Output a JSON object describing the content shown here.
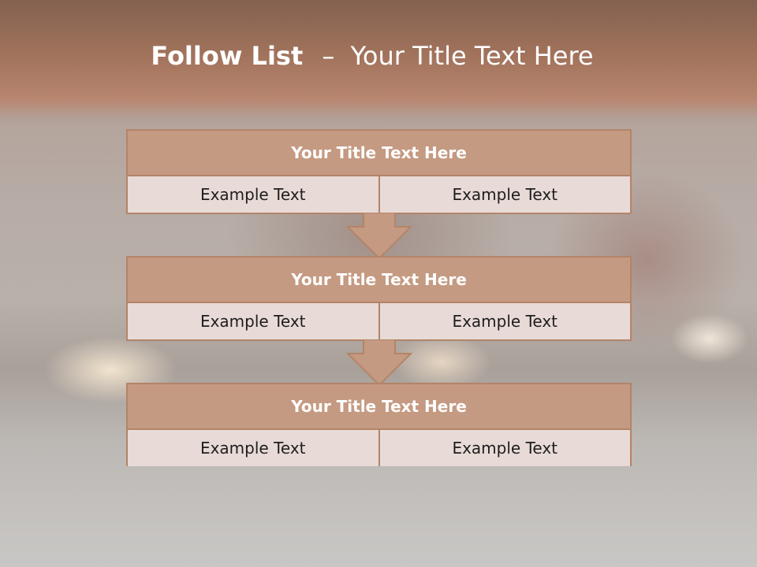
{
  "slide": {
    "title_bold": "Follow List",
    "title_separator": "–",
    "title_rest": "Your Title Text Here"
  },
  "blocks": [
    {
      "heading": "Your Title Text Here",
      "left_text": "Example Text",
      "right_text": "Example Text"
    },
    {
      "heading": "Your Title Text Here",
      "left_text": "Example Text",
      "right_text": "Example Text"
    },
    {
      "heading": "Your Title Text Here",
      "left_text": "Example Text",
      "right_text": "Example Text"
    }
  ],
  "colors": {
    "header_fill": "#c59a82",
    "border": "#b38468",
    "cell_fill": "#e8dad6",
    "arrow_fill": "#c59a82"
  }
}
